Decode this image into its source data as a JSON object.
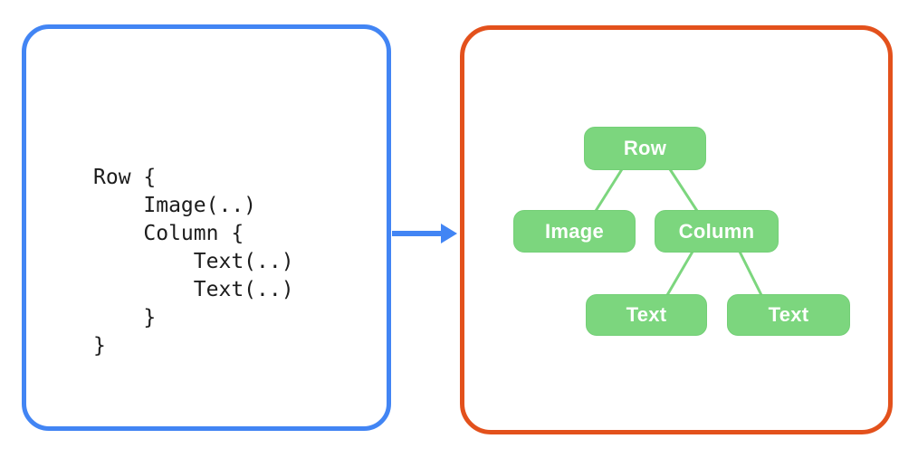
{
  "panels": {
    "code": {
      "border_color": "#4285F4",
      "code_text": "Row {\n    Image(..)\n    Column {\n        Text(..)\n        Text(..)\n    }\n}"
    },
    "tree": {
      "border_color": "#E3511C",
      "node_fill": "#7CD67E",
      "node_text_color": "#FFFFFF",
      "edge_color": "#7CD67E",
      "nodes": [
        {
          "id": "row",
          "label": "Row",
          "parent": null
        },
        {
          "id": "image",
          "label": "Image",
          "parent": "row"
        },
        {
          "id": "column",
          "label": "Column",
          "parent": "row"
        },
        {
          "id": "text1",
          "label": "Text",
          "parent": "column"
        },
        {
          "id": "text2",
          "label": "Text",
          "parent": "column"
        }
      ]
    }
  },
  "arrow": {
    "color": "#4285F4",
    "direction": "right"
  }
}
